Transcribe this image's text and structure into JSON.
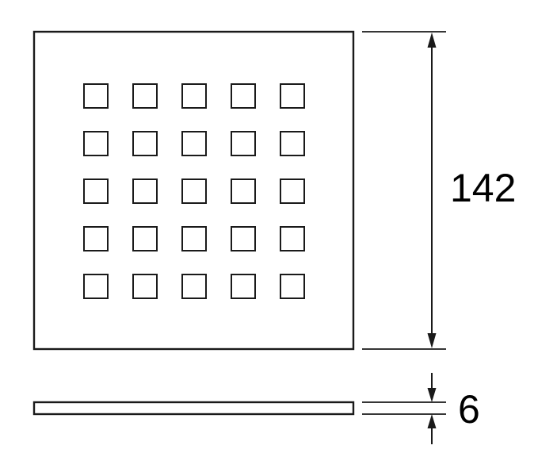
{
  "drawing": {
    "type": "technical-drawing",
    "grid": {
      "rows": 5,
      "cols": 5
    },
    "dimensions": {
      "height": {
        "label": "142"
      },
      "thickness": {
        "label": "6"
      }
    },
    "colors": {
      "line": "#1a1a1a",
      "background": "#ffffff"
    }
  }
}
